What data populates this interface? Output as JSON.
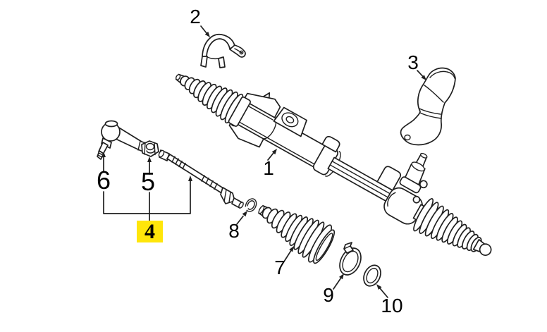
{
  "colors": {
    "background": "#ffffff",
    "line": "#1f1f1f",
    "highlight": "#ffe60a",
    "label_text": "#000000"
  },
  "diagram": {
    "kind": "exploded-parts-diagram",
    "subject": "Power steering gear (rack and pinion) with tie rods, boots and clamps",
    "callouts": [
      {
        "number": "1",
        "part": "steering-gear-assembly",
        "highlighted": false
      },
      {
        "number": "2",
        "part": "mounting-clamp",
        "highlighted": false
      },
      {
        "number": "3",
        "part": "heat-shield-bracket",
        "highlighted": false
      },
      {
        "number": "4",
        "part": "inner-tie-rod-kit",
        "highlighted": true
      },
      {
        "number": "5",
        "part": "tie-rod-jam-nut",
        "highlighted": false
      },
      {
        "number": "6",
        "part": "outer-tie-rod-end",
        "highlighted": false
      },
      {
        "number": "7",
        "part": "steering-rack-boot",
        "highlighted": false
      },
      {
        "number": "8",
        "part": "retaining-clip",
        "highlighted": false
      },
      {
        "number": "9",
        "part": "boot-clamp",
        "highlighted": false
      },
      {
        "number": "10",
        "part": "seal-ring",
        "highlighted": false
      }
    ]
  }
}
